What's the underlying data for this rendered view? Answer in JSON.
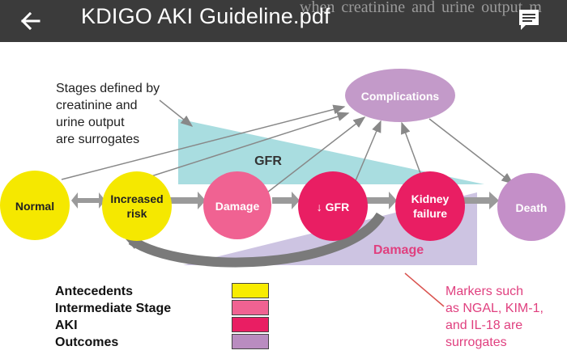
{
  "app": {
    "title": "KDIGO AKI Guideline.pdf",
    "background_text": "when creatinine and urine output m"
  },
  "icons": {
    "back": "arrow-left-icon",
    "menu": "comment-icon"
  },
  "diagram": {
    "stages": [
      {
        "label_line1": "Normal",
        "label_line2": "",
        "color": "#f5e800"
      },
      {
        "label_line1": "Increased",
        "label_line2": "risk",
        "color": "#f5e800"
      },
      {
        "label_line1": "Damage",
        "label_line2": "",
        "color": "#f06292"
      },
      {
        "label_line1": "↓ GFR",
        "label_line2": "",
        "color": "#e91e63"
      },
      {
        "label_line1": "Kidney",
        "label_line2": "failure",
        "color": "#e91e63"
      },
      {
        "label_line1": "Death",
        "label_line2": "",
        "color": "#c48fc8"
      }
    ],
    "complications": "Complications",
    "gfr_label": "GFR",
    "damage_label": "Damage",
    "stages_note": [
      "Stages defined by",
      "creatinine and",
      "urine output",
      "are surrogates"
    ],
    "markers_note": [
      "Markers such",
      "as NGAL, KIM-1,",
      "and IL-18 are",
      "surrogates"
    ]
  },
  "legend": [
    {
      "label": "Antecedents",
      "color": "#f8ec00"
    },
    {
      "label": "Intermediate Stage",
      "color": "#f06292"
    },
    {
      "label": "AKI",
      "color": "#e91e63"
    },
    {
      "label": "Outcomes",
      "color": "#b98cc0"
    }
  ]
}
